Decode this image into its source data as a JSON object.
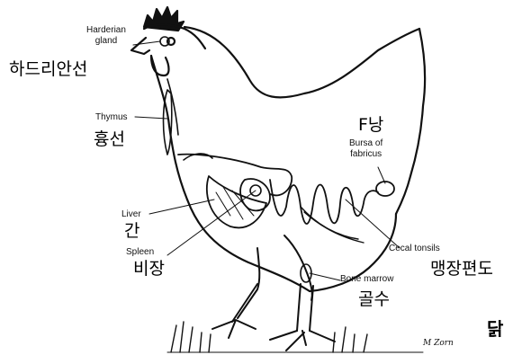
{
  "diagram": {
    "title": "닭",
    "signature": "M Zorn",
    "organs": [
      {
        "id": "harderian-gland",
        "en": "Harderian\ngland",
        "ko": "하드리안선"
      },
      {
        "id": "thymus",
        "en": "Thymus",
        "ko": "흉선"
      },
      {
        "id": "bursa-of-fabricius",
        "en": "Bursa of\nfabricus",
        "ko": "F낭"
      },
      {
        "id": "liver",
        "en": "Liver",
        "ko": "간"
      },
      {
        "id": "spleen",
        "en": "Spleen",
        "ko": "비장"
      },
      {
        "id": "cecal-tonsils",
        "en": "Cecal tonsils",
        "ko": "맹장편도"
      },
      {
        "id": "bone-marrow",
        "en": "Bone marrow",
        "ko": "골수"
      }
    ]
  }
}
